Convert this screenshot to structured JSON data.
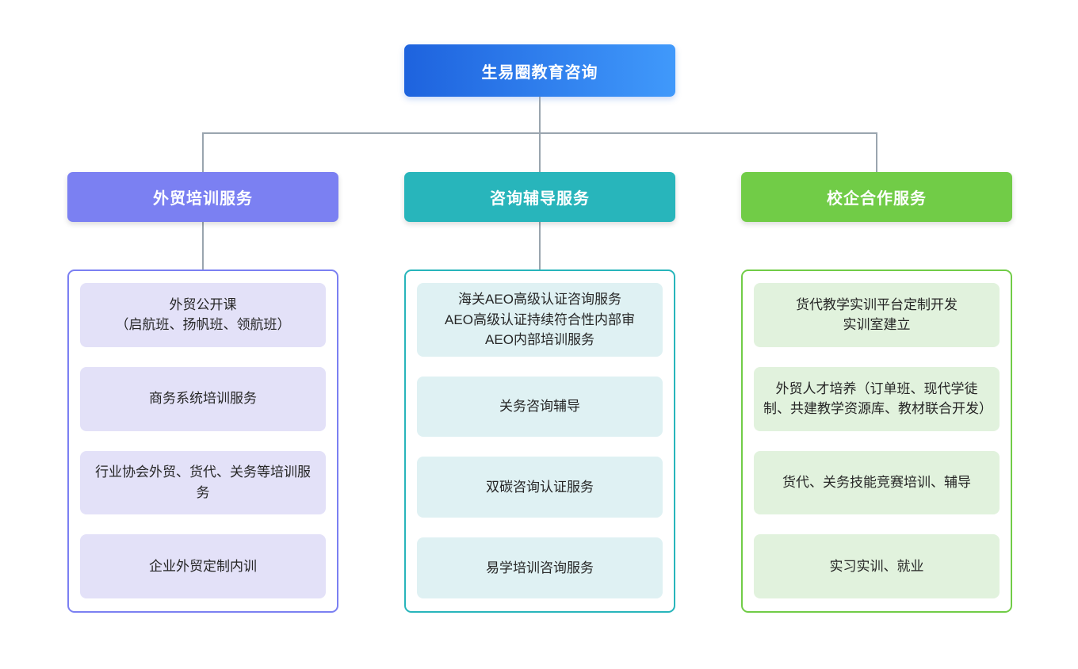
{
  "page": {
    "background": "#FFFFFF"
  },
  "root_node": {
    "label": "生易圈教育咨询",
    "gradient_start": "#1E63DE",
    "gradient_end": "#4099FB",
    "text_color": "#FFFFFF"
  },
  "connector": {
    "color": "#9AA5AF"
  },
  "branches": [
    {
      "label": "外贸培训服务",
      "header_color": "#7B80F2",
      "border_color": "#7B80F2",
      "item_bg": "#E3E1F8",
      "items": [
        "外贸公开课\n（启航班、扬帆班、领航班）",
        "商务系统培训服务",
        "行业协会外贸、货代、关务等培训服务",
        "企业外贸定制内训"
      ]
    },
    {
      "label": "咨询辅导服务",
      "header_color": "#28B5BB",
      "border_color": "#28B5BB",
      "item_bg": "#DFF1F3",
      "items": [
        "海关AEO高级认证咨询服务\nAEO高级认证持续符合性内部审\nAEO内部培训服务",
        "关务咨询辅导",
        "双碳咨询认证服务",
        "易学培训咨询服务"
      ]
    },
    {
      "label": "校企合作服务",
      "header_color": "#71CC47",
      "border_color": "#71CC47",
      "item_bg": "#E1F2DD",
      "items": [
        "货代教学实训平台定制开发\n实训室建立",
        "外贸人才培养（订单班、现代学徒制、共建教学资源库、教材联合开发）",
        "货代、关务技能竞赛培训、辅导",
        "实习实训、就业"
      ]
    }
  ]
}
